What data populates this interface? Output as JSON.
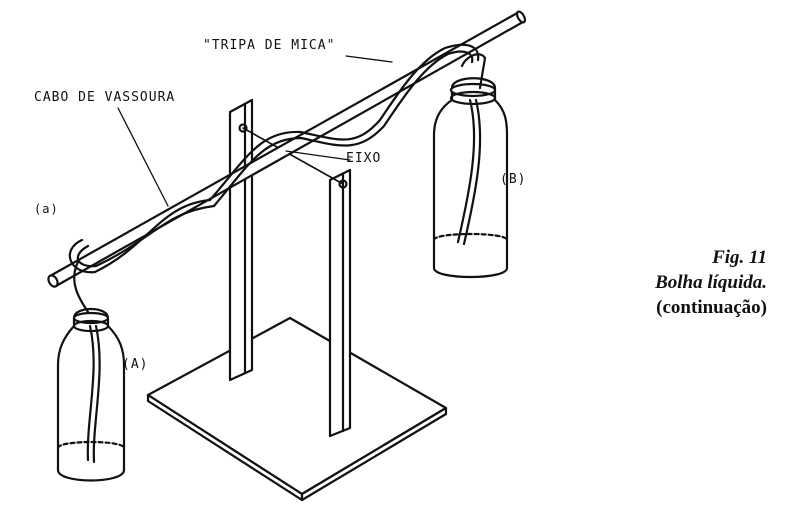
{
  "labels": {
    "cabo": "CABO DE VASSOURA",
    "tripa": "\"TRIPA DE MICA\"",
    "eixo": "EIXO",
    "bottle_b": "(B)",
    "bottle_a": "(A)",
    "side_a": "(a)"
  },
  "caption": {
    "fig": "Fig. 11",
    "title": "Bolha líquida.",
    "subtitle": "(continuação)"
  }
}
